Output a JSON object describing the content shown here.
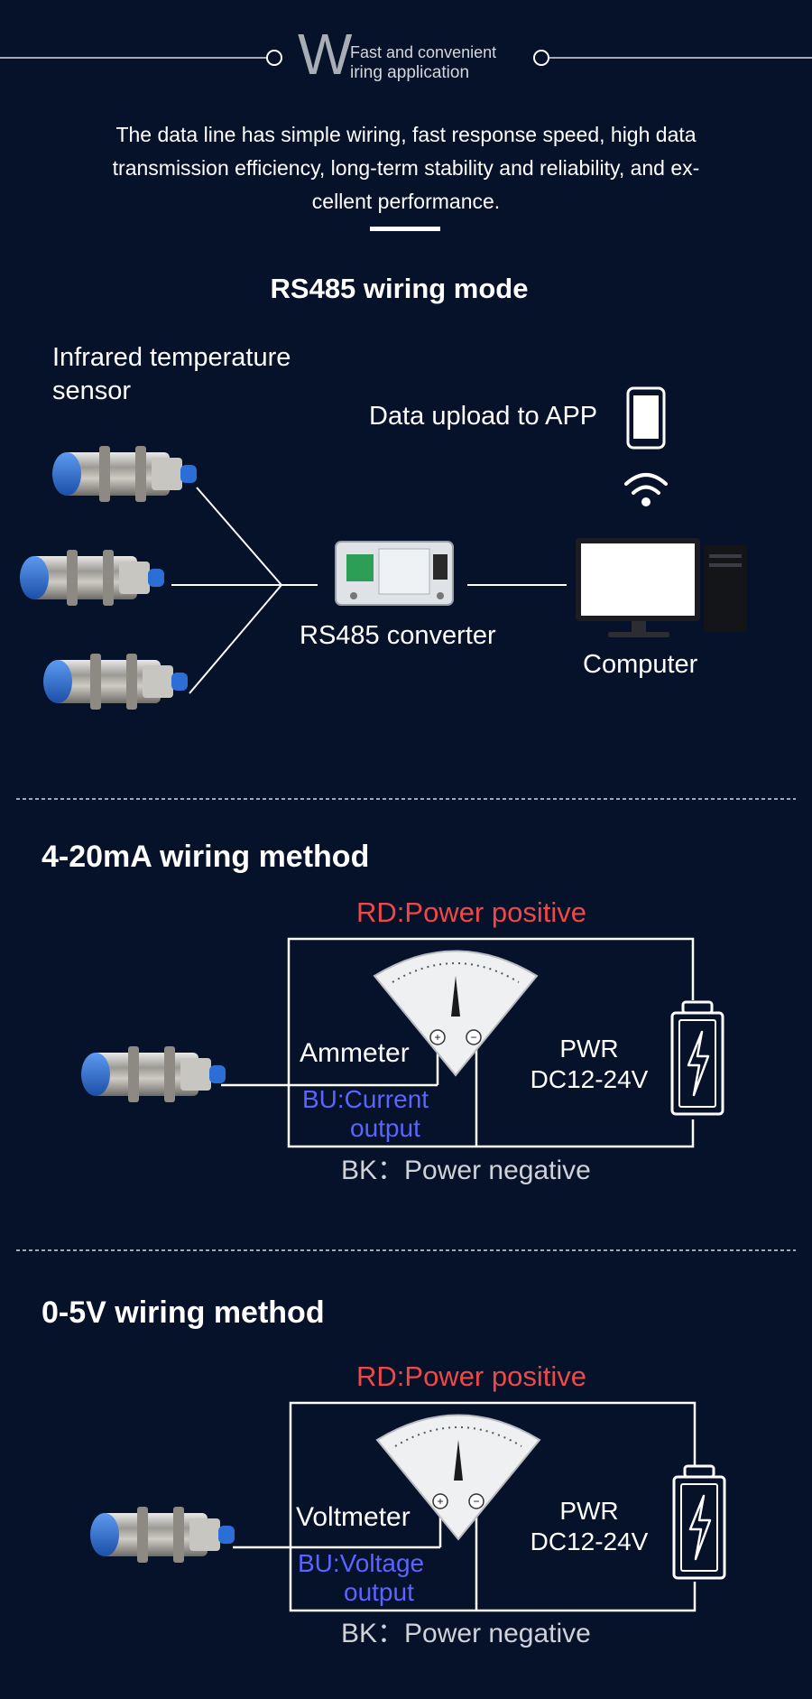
{
  "header": {
    "big_letter": "W",
    "line1": "Fast and convenient",
    "line2": "iring application",
    "description": "The data line has simple wiring, fast response speed, high data transmission efficiency, long-term stability and reliability, and ex-cellent performance.",
    "desc_line1": "The data line has simple wiring, fast response speed, high data",
    "desc_line2": "transmission efficiency, long-term stability and reliability, and ex-",
    "desc_line3": "cellent performance."
  },
  "rs485": {
    "title": "RS485 wiring mode",
    "sensor_label_1": "Infrared temperature",
    "sensor_label_2": "sensor",
    "upload_label": "Data upload to APP",
    "converter_label": "RS485 converter",
    "computer_label": "Computer"
  },
  "ma_section": {
    "title": "4-20mA wiring method",
    "rd_label": "RD:Power positive",
    "meter_label": "Ammeter",
    "bu_label_1": "BU:Current",
    "bu_label_2": "output",
    "pwr_label_1": "PWR",
    "pwr_label_2": "DC12-24V",
    "bk_label": "BK：Power negative"
  },
  "v_section": {
    "title": "0-5V wiring method",
    "rd_label": "RD:Power positive",
    "meter_label": "Voltmeter",
    "bu_label_1": "BU:Voltage",
    "bu_label_2": "output",
    "pwr_label_1": "PWR",
    "pwr_label_2": "DC12-24V",
    "bk_label": "BK：Power negative"
  },
  "colors": {
    "background": "#06112a",
    "red": "#f04848",
    "blue": "#5a64ff",
    "sensor_cap": "#2b6fd6"
  }
}
